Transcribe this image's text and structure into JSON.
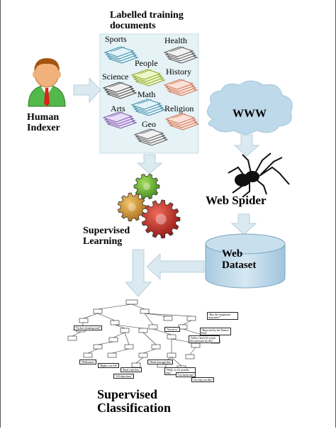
{
  "labels": {
    "training_title": "Labelled training documents",
    "human_indexer": "Human Indexer",
    "www": "WWW",
    "web_spider": "Web Spider",
    "supervised_learning": "Supervised Learning",
    "web_dataset": "Web Dataset",
    "supervised_classification": "Supervised Classification"
  },
  "categories": [
    {
      "name": "Sports"
    },
    {
      "name": "Health"
    },
    {
      "name": "People"
    },
    {
      "name": "Science"
    },
    {
      "name": "History"
    },
    {
      "name": "Math"
    },
    {
      "name": "Arts"
    },
    {
      "name": "Religion"
    },
    {
      "name": "Geo"
    }
  ],
  "tree_nodes": [
    "\"Ticket-cleaning  staff\"",
    "\"Yes he is\"",
    "\"Has the expansion structure?\"",
    "\"Rejected by the Names Bob\"",
    "\"follow Staff 63 watch this pressure by this\"",
    "\"Wilkinson\"",
    "\"Rights out file\"",
    "\"Deal with this\"",
    "\"Work through this\"",
    "\"Well, so it's usually easy\"",
    "\"Let them run\"",
    "\"Accept you this\"",
    "\"All data done\""
  ],
  "colors": {
    "arrow": "#dbe9f0",
    "arrow_stroke": "#b9d0dc",
    "training_box": "#e5f2f6",
    "cloud": "#bdd9ea",
    "cylinder_top": "#c8e0ee",
    "cylinder_body": "#b2d2e6",
    "gear_green": "#6eb52f",
    "gear_orange": "#d49a2e",
    "gear_red": "#c62a22"
  }
}
